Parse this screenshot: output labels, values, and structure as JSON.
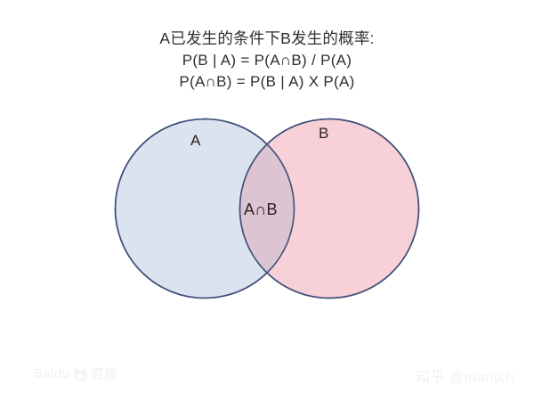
{
  "header": {
    "title": "A已发生的条件下B发生的概率:",
    "formula_1": "P(B | A) = P(A∩B) / P(A)",
    "formula_2": "P(A∩B) = P(B | A) X P(A)"
  },
  "diagram": {
    "type": "venn",
    "set_a_label": "A",
    "set_b_label": "B",
    "intersection_label": "A∩B",
    "colors": {
      "set_a_fill": "#dbe2f0",
      "set_b_fill": "#f7d0d6",
      "intersection_fill": "#dcc4d2",
      "stroke": "#3f4f7a",
      "background": "#ffffff",
      "text": "#2f2f2f"
    }
  },
  "watermarks": {
    "baidu": "百度",
    "baidu_latin": "Baidu",
    "zhihu": "知乎 @mantch"
  }
}
